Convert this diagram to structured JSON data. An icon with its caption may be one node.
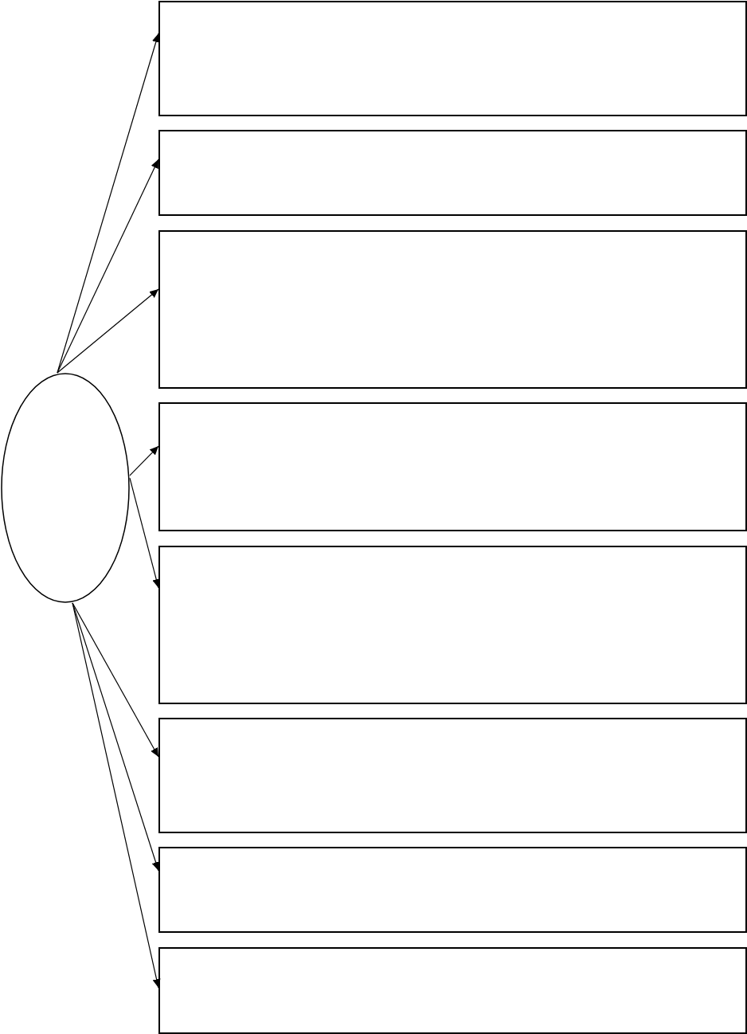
{
  "diagram": {
    "nodes": [
      {
        "text": [],
        "shape": "ellipse"
      },
      {
        "text": [],
        "shape": "box"
      },
      {
        "text": [],
        "shape": "box"
      },
      {
        "text": [],
        "shape": "box"
      },
      {
        "text": [],
        "shape": "box"
      },
      {
        "text": [],
        "shape": "box"
      },
      {
        "text": [],
        "shape": "box"
      },
      {
        "text": [],
        "shape": "box"
      },
      {
        "text": [],
        "shape": "box"
      }
    ],
    "edges": [
      {
        "from": 0,
        "to": 1,
        "arrow": "to"
      },
      {
        "from": 0,
        "to": 2,
        "arrow": "to"
      },
      {
        "from": 0,
        "to": 3,
        "arrow": "to"
      },
      {
        "from": 0,
        "to": 4,
        "arrow": "to"
      },
      {
        "from": 0,
        "to": 5,
        "arrow": "to"
      },
      {
        "from": 0,
        "to": 6,
        "arrow": "to"
      },
      {
        "from": 0,
        "to": 7,
        "arrow": "to"
      },
      {
        "from": 0,
        "to": 8,
        "arrow": "to"
      }
    ]
  }
}
